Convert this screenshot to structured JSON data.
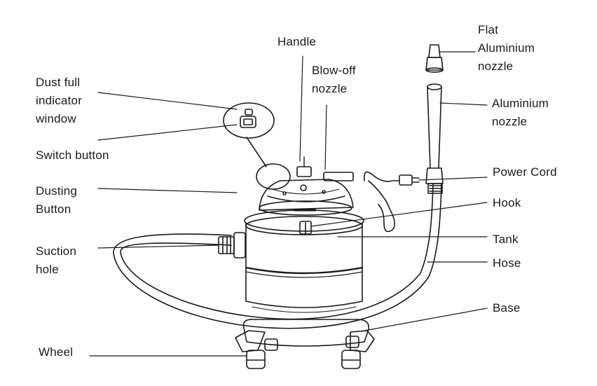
{
  "labels": {
    "handle": "Handle",
    "blow_off_nozzle": "Blow-off\nnozzle",
    "flat_aluminium_nozzle": "Flat\nAluminium\nnozzle",
    "dust_full_indicator_window": "Dust full\nindicator\nwindow",
    "switch_button": "Switch button",
    "aluminium_nozzle": "Aluminium\nnozzle",
    "dusting_button": "Dusting\nButton",
    "power_cord": "Power Cord",
    "hook": "Hook",
    "tank": "Tank",
    "suction_hole": "Suction\nhole",
    "hose": "Hose",
    "base": "Base",
    "wheel": "Wheel"
  },
  "colors": {
    "line": "#1a1a1a",
    "text": "#1a1a1a",
    "background": "#ffffff"
  }
}
